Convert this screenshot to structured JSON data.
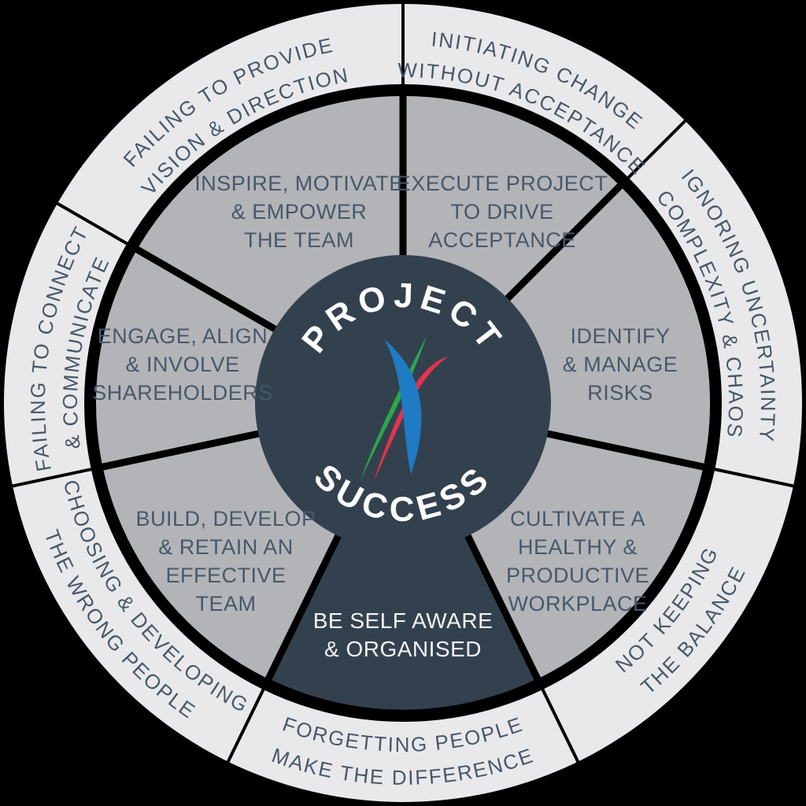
{
  "title": "Project Success wheel diagram",
  "colors": {
    "background": "#000000",
    "outer_ring": "#e9e9eb",
    "inner_segment": "#b3b4b8",
    "divider": "#000000",
    "core_navy": "#33414f",
    "label_text": "#46586a",
    "light_text": "#f2f4f6",
    "logo_green": "#2ca64e",
    "logo_red": "#e5334d",
    "logo_blue": "#1e7bc4"
  },
  "center": {
    "top_label": "PROJECT",
    "bottom_label": "SUCCESS",
    "logo": "tri-ribbon-swirl-logo"
  },
  "keyhole": {
    "lines": [
      "BE SELF AWARE",
      "& ORGANISED"
    ]
  },
  "inner_segments": [
    {
      "id": "inspire",
      "lines": [
        "INSPIRE, MOTIVATE",
        "& EMPOWER",
        "THE TEAM"
      ]
    },
    {
      "id": "execute",
      "lines": [
        "EXECUTE PROJECT",
        "TO DRIVE",
        "ACCEPTANCE"
      ]
    },
    {
      "id": "identify",
      "lines": [
        "IDENTIFY",
        "& MANAGE",
        "RISKS"
      ]
    },
    {
      "id": "engage",
      "lines": [
        "ENGAGE, ALIGN",
        "& INVOLVE",
        "SHAREHOLDERS"
      ]
    },
    {
      "id": "build",
      "lines": [
        "BUILD, DEVELOP",
        "& RETAIN AN",
        "EFFECTIVE",
        "TEAM"
      ]
    },
    {
      "id": "cultivate",
      "lines": [
        "CULTIVATE A",
        "HEALTHY &",
        "PRODUCTIVE",
        "WORKPLACE"
      ]
    }
  ],
  "outer_segments": [
    {
      "id": "vision",
      "lines": [
        "FAILING TO PROVIDE",
        "VISION & DIRECTION"
      ]
    },
    {
      "id": "change",
      "lines": [
        "INITIATING CHANGE",
        "WITHOUT ACCEPTANCE"
      ]
    },
    {
      "id": "uncertainty",
      "lines": [
        "IGNORING UNCERTAINTY",
        "COMPLEXITY & CHAOS"
      ]
    },
    {
      "id": "communicate",
      "lines": [
        "FAILING TO CONNECT",
        "& COMMUNICATE"
      ]
    },
    {
      "id": "wrong_people",
      "lines": [
        "CHOOSING & DEVELOPING",
        "THE WRONG PEOPLE"
      ]
    },
    {
      "id": "forgetting",
      "lines": [
        "FORGETTING PEOPLE",
        "MAKE THE DIFFERENCE"
      ]
    },
    {
      "id": "balance",
      "lines": [
        "NOT KEEPING",
        "THE BALANCE"
      ]
    }
  ]
}
